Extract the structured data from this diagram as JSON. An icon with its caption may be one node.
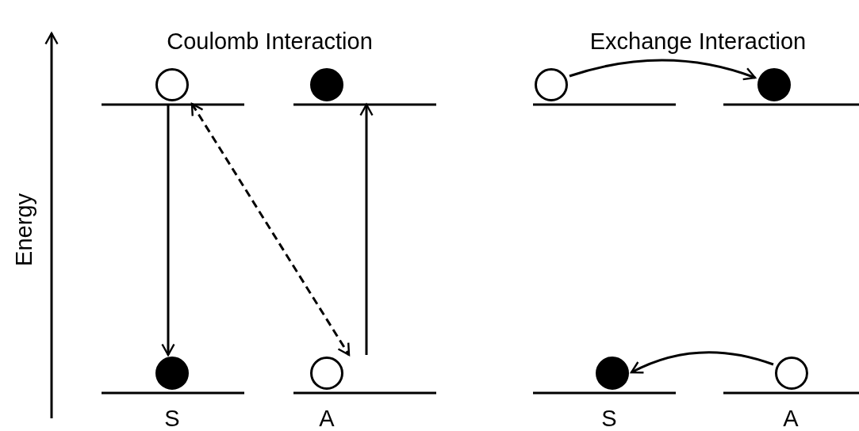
{
  "diagram": {
    "nodes": [
      {
        "text": [],
        "shape": "circle"
      },
      {
        "text": [],
        "shape": "circle"
      },
      {
        "text": [],
        "shape": "circle"
      },
      {
        "text": [],
        "shape": "circle"
      },
      {
        "text": [],
        "shape": "circle"
      },
      {
        "text": [],
        "shape": "circle"
      },
      {
        "text": [],
        "shape": "circle"
      },
      {
        "text": [],
        "shape": "circle"
      }
    ],
    "edges": [
      {
        "from": 0,
        "to": 4,
        "arrow": "to"
      },
      {
        "from": 0,
        "to": 5,
        "arrow": "both",
        "style": "dashed"
      },
      {
        "from": 5,
        "to": 1,
        "arrow": "to"
      },
      {
        "from": 2,
        "to": 3,
        "arrow": "to"
      },
      {
        "from": 7,
        "to": 6,
        "arrow": "to"
      }
    ],
    "labels": [
      "Coulomb Interaction",
      "Exchange Interaction",
      "Energy",
      "S",
      "A",
      "S",
      "A"
    ]
  }
}
